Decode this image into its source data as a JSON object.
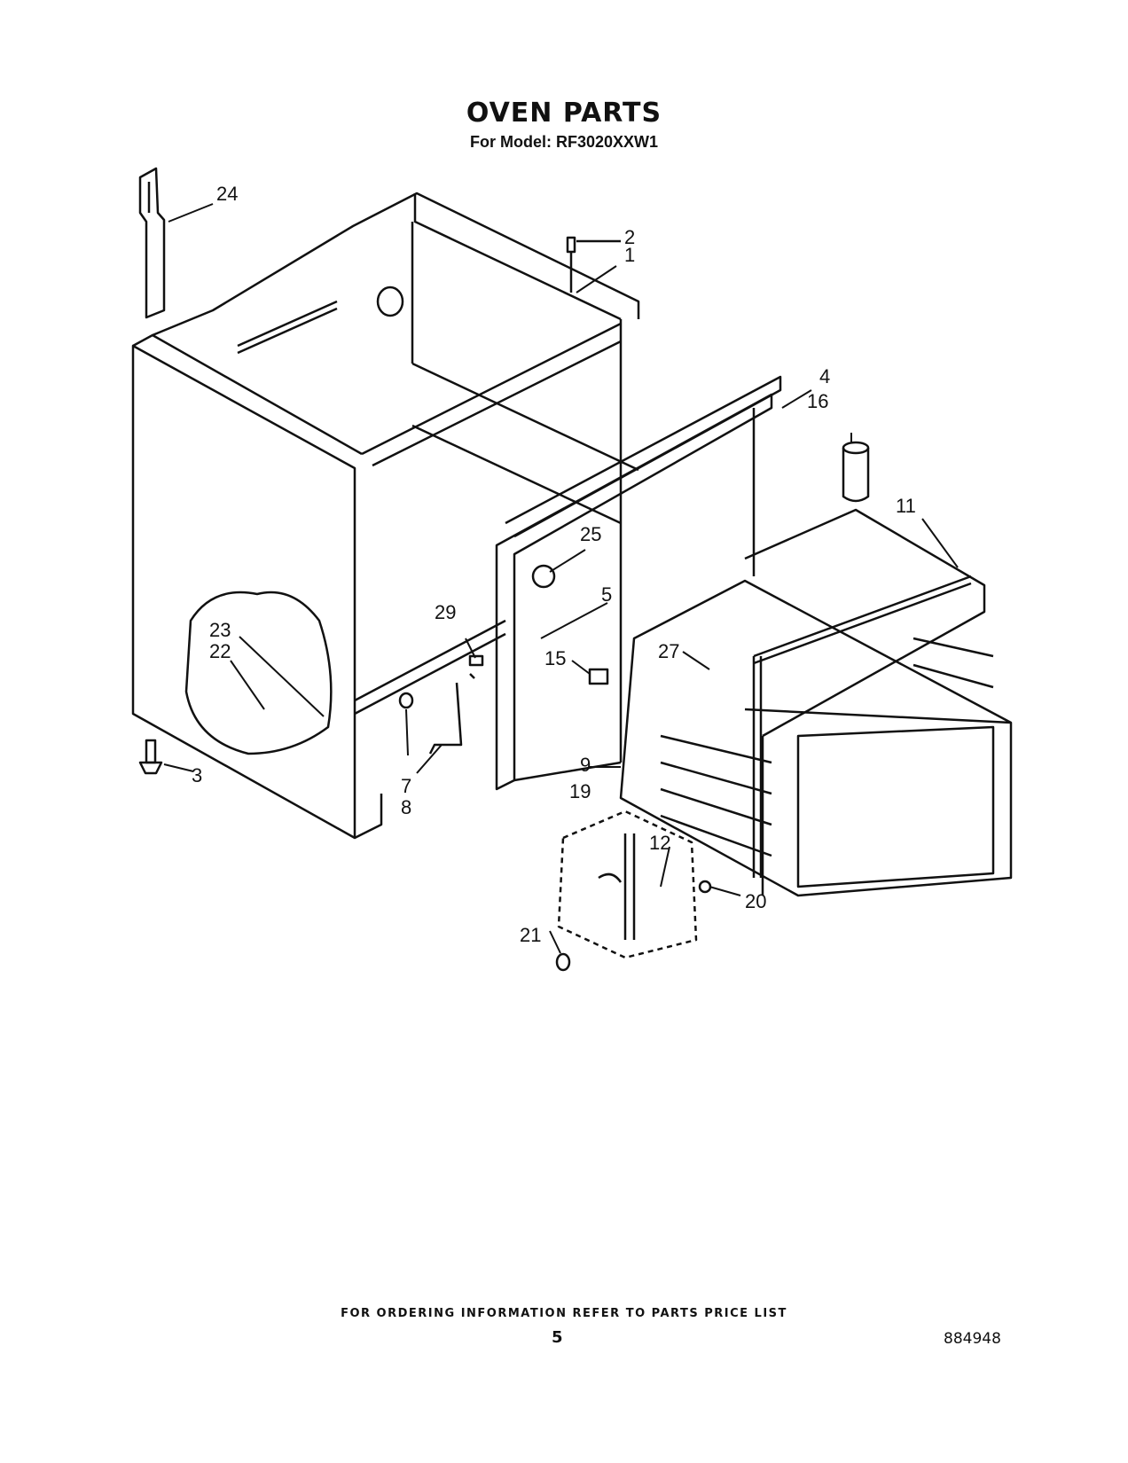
{
  "header": {
    "title": "OVEN PARTS",
    "subtitle": "For Model: RF3020XXW1"
  },
  "callouts": [
    "24",
    "2",
    "1",
    "4",
    "16",
    "11",
    "25",
    "5",
    "29",
    "15",
    "27",
    "23",
    "22",
    "3",
    "7",
    "8",
    "9",
    "19",
    "12",
    "20",
    "21"
  ],
  "footer": {
    "ordering_note": "FOR ORDERING INFORMATION REFER TO PARTS PRICE LIST",
    "page_number": "5",
    "document_number": "884948"
  }
}
